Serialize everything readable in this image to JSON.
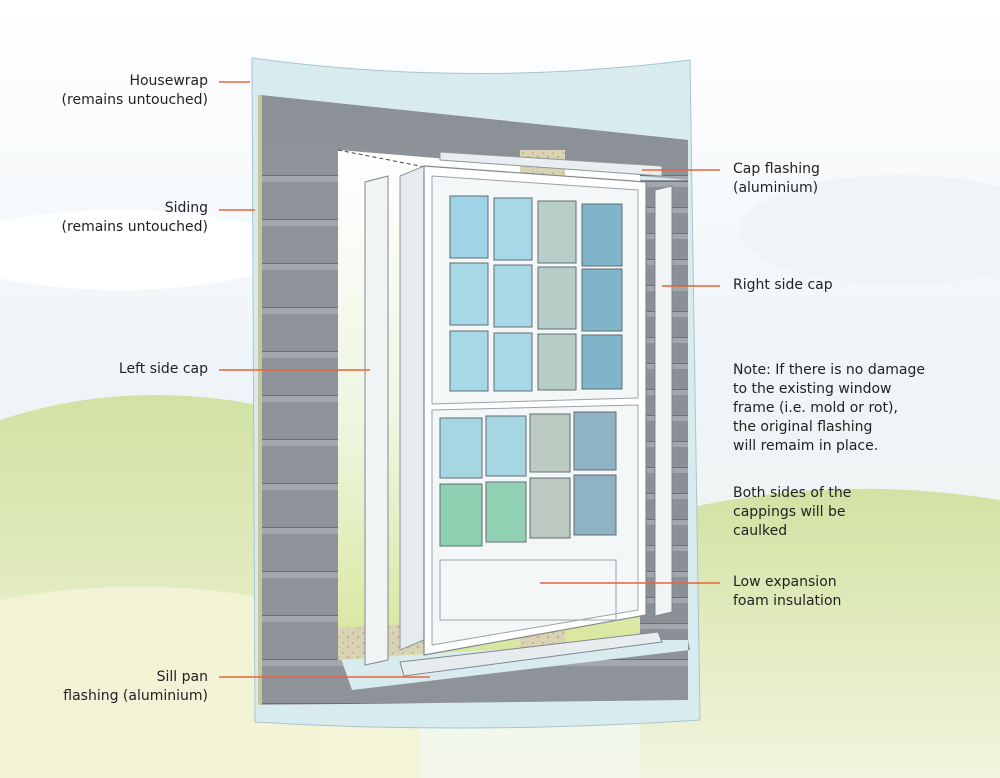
{
  "colors": {
    "leader_line": "#e8643c",
    "text": "#222222",
    "housewrap": "#d8ecef",
    "siding": "#8c9298",
    "frame": "#ffffff",
    "glass": "#9ed4e4",
    "foam": "#d8cfae",
    "sky": "#e6f0f7",
    "grass": "#c9dc8c"
  },
  "labels": {
    "housewrap": {
      "line1": "Housewrap",
      "line2": "(remains untouched)"
    },
    "siding": {
      "line1": "Siding",
      "line2": "(remains untouched)"
    },
    "left_side_cap": {
      "line1": "Left side cap"
    },
    "sill_pan": {
      "line1": "Sill pan",
      "line2": "flashing (aluminium)"
    },
    "cap_flashing": {
      "line1": "Cap flashing",
      "line2": "(aluminium)"
    },
    "right_side_cap": {
      "line1": "Right side cap"
    },
    "note": {
      "line1": "Note: If there is no damage",
      "line2": "to the existing window",
      "line3": "frame (i.e. mold or rot),",
      "line4": "the original flashing",
      "line5": "will remaim in place."
    },
    "caulk_note": {
      "line1": "Both sides of the",
      "line2": "cappings will be",
      "line3": "caulked"
    },
    "foam": {
      "line1": "Low expansion",
      "line2": "foam insulation"
    }
  },
  "icons": {
    "window": "double-hung-window",
    "wall": "siding-wall-section"
  }
}
